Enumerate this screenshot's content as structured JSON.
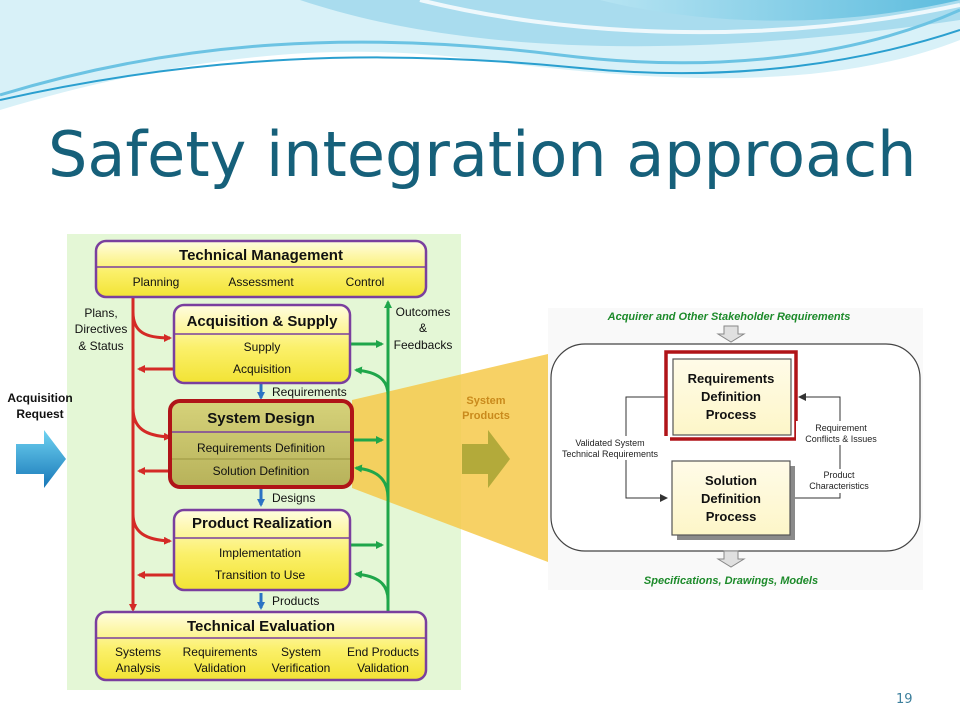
{
  "slide": {
    "title": "Safety integration approach",
    "page_number": "19"
  },
  "left": {
    "acq_request": [
      "Acquisition",
      "Request"
    ],
    "tech_mgmt": {
      "title": "Technical Management",
      "items": [
        "Planning",
        "Assessment",
        "Control"
      ]
    },
    "plans_label": [
      "Plans,",
      "Directives",
      "& Status"
    ],
    "outcomes_label": [
      "Outcomes",
      "&",
      "Feedbacks"
    ],
    "acq_supply": {
      "title": "Acquisition & Supply",
      "items": [
        "Supply",
        "Acquisition"
      ]
    },
    "requirements_label": "Requirements",
    "system_design": {
      "title": "System Design",
      "items": [
        "Requirements Definition",
        "Solution Definition"
      ]
    },
    "designs_label": "Designs",
    "product_realization": {
      "title": "Product Realization",
      "items": [
        "Implementation",
        "Transition to Use"
      ]
    },
    "products_label": "Products",
    "tech_eval": {
      "title": "Technical Evaluation",
      "cols": [
        [
          "Systems",
          "Analysis"
        ],
        [
          "Requirements",
          "Validation"
        ],
        [
          "System",
          "Verification"
        ],
        [
          "End Products",
          "Validation"
        ]
      ]
    },
    "system_products": [
      "System",
      "Products"
    ]
  },
  "right": {
    "top_label": "Acquirer and Other Stakeholder Requirements",
    "req_def": [
      "Requirements",
      "Definition",
      "Process"
    ],
    "sol_def": [
      "Solution",
      "Definition",
      "Process"
    ],
    "validated": [
      "Validated System",
      "Technical Requirements"
    ],
    "conflicts": [
      "Requirement",
      "Conflicts & Issues"
    ],
    "characteristics": [
      "Product",
      "Characteristics"
    ],
    "bottom_label": "Specifications, Drawings, Models"
  },
  "colors": {
    "title": "#16607a",
    "panel_green": "#e4f7d6",
    "box_yellow": "#fbf05a",
    "box_border": "#7a3f9e",
    "arrow_red": "#d42a26",
    "arrow_green": "#1fa64a",
    "arrow_blue": "#2a73c4",
    "highlight_red": "#b01418",
    "zoom_yellow": "#f6c94a",
    "right_green_text": "#1c8a2a"
  }
}
